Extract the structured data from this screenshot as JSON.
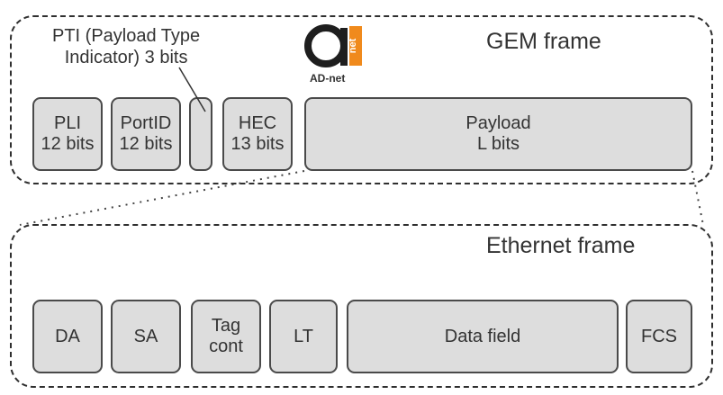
{
  "gem": {
    "title": "GEM frame",
    "pti_label_line1": "PTI (Payload Type",
    "pti_label_line2": "Indicator) 3 bits",
    "fields": {
      "pli": [
        "PLI",
        "12 bits"
      ],
      "portid": [
        "PortID",
        "12 bits"
      ],
      "hec": [
        "HEC",
        "13 bits"
      ],
      "payload": [
        "Payload",
        "L bits"
      ]
    }
  },
  "ethernet": {
    "title": "Ethernet frame",
    "fields": {
      "da": "DA",
      "sa": "SA",
      "tag": [
        "Tag",
        "cont"
      ],
      "lt": "LT",
      "data": "Data field",
      "fcs": "FCS"
    }
  },
  "logo": {
    "text": "AD-net",
    "mark": "net",
    "accent_color": "#f08a1c",
    "dark_color": "#1e1e1e"
  },
  "colors": {
    "box_fill": "#dddddd",
    "border": "#4a4a4a"
  }
}
